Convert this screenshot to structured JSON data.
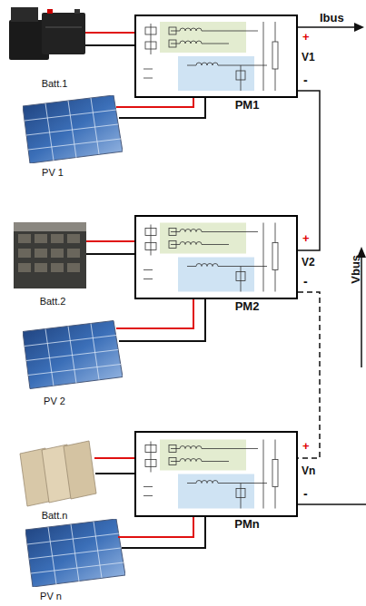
{
  "diagram": {
    "nodes": [
      {
        "text": [
          "PM1"
        ]
      },
      {
        "text": [
          "PM2"
        ]
      },
      {
        "text": [
          "PMn"
        ]
      }
    ],
    "edges": [
      {
        "from": 0,
        "to": 1,
        "arrow": "none"
      },
      {
        "from": 1,
        "to": 2,
        "arrow": "none"
      }
    ],
    "labels": [
      "Batt.1",
      "PV 1",
      "Ibus",
      "+",
      "V1",
      "-",
      "Batt.2",
      "PV 2",
      "+",
      "V2",
      "-",
      "Vbus",
      "Batt.n",
      "PV n",
      "+",
      "Vn",
      "-"
    ]
  }
}
